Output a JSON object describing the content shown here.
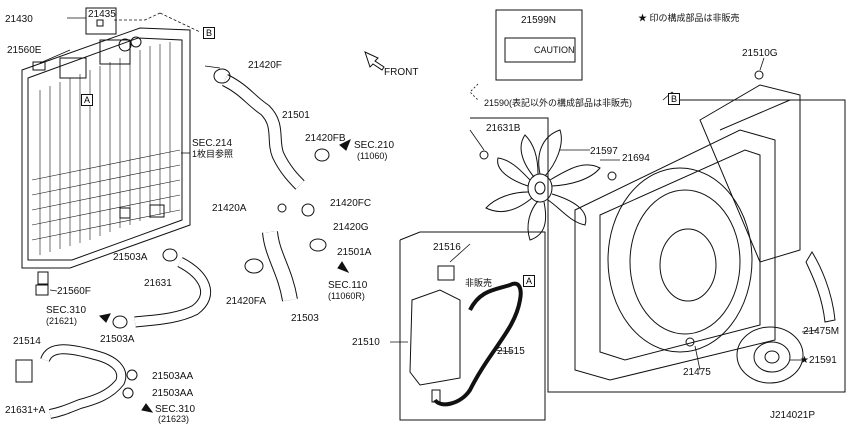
{
  "diagram_code": "J214021P",
  "note_top": "★ 印の構成部品は非販売",
  "front_label": "FRONT",
  "caution_card": {
    "part": "21599N",
    "text": "CAUTION"
  },
  "not_for_sale": "非販売",
  "box_markers": {
    "a": "A",
    "b": "B"
  },
  "parts": {
    "p21430": "21430",
    "p21435": "21435",
    "p21560E": "21560E",
    "p21420F": "21420F",
    "p21501": "21501",
    "sec214": "SEC.214",
    "sec214_sub": "1枚目参照",
    "p21420FB": "21420FB",
    "sec210": "SEC.210",
    "sec210_sub": "(11060)",
    "p21420A": "21420A",
    "p21420FC": "21420FC",
    "p21420G": "21420G",
    "p21501A": "21501A",
    "sec110": "SEC.110",
    "sec110_sub": "(11060R)",
    "p21420FA": "21420FA",
    "p21503": "21503",
    "p21503A_top": "21503A",
    "p21631": "21631",
    "p21560F": "21560F",
    "sec310a": "SEC.310",
    "sec310a_sub": "(21621)",
    "p21503A_bot": "21503A",
    "p21514": "21514",
    "p21503AA_1": "21503AA",
    "p21503AA_2": "21503AA",
    "p21631A": "21631+A",
    "sec310b": "SEC.310",
    "sec310b_sub": "(21623)",
    "p21599N": "21599N",
    "p21510G": "21510G",
    "p21590": "21590(表記以外の構成部品は非販売)",
    "p21631B": "21631B",
    "p21597": "21597",
    "p21694": "21694",
    "p21516": "21516",
    "p21510": "21510",
    "p21515": "21515",
    "p21475": "21475",
    "p21475M": "21475M",
    "p21591": "★21591"
  }
}
